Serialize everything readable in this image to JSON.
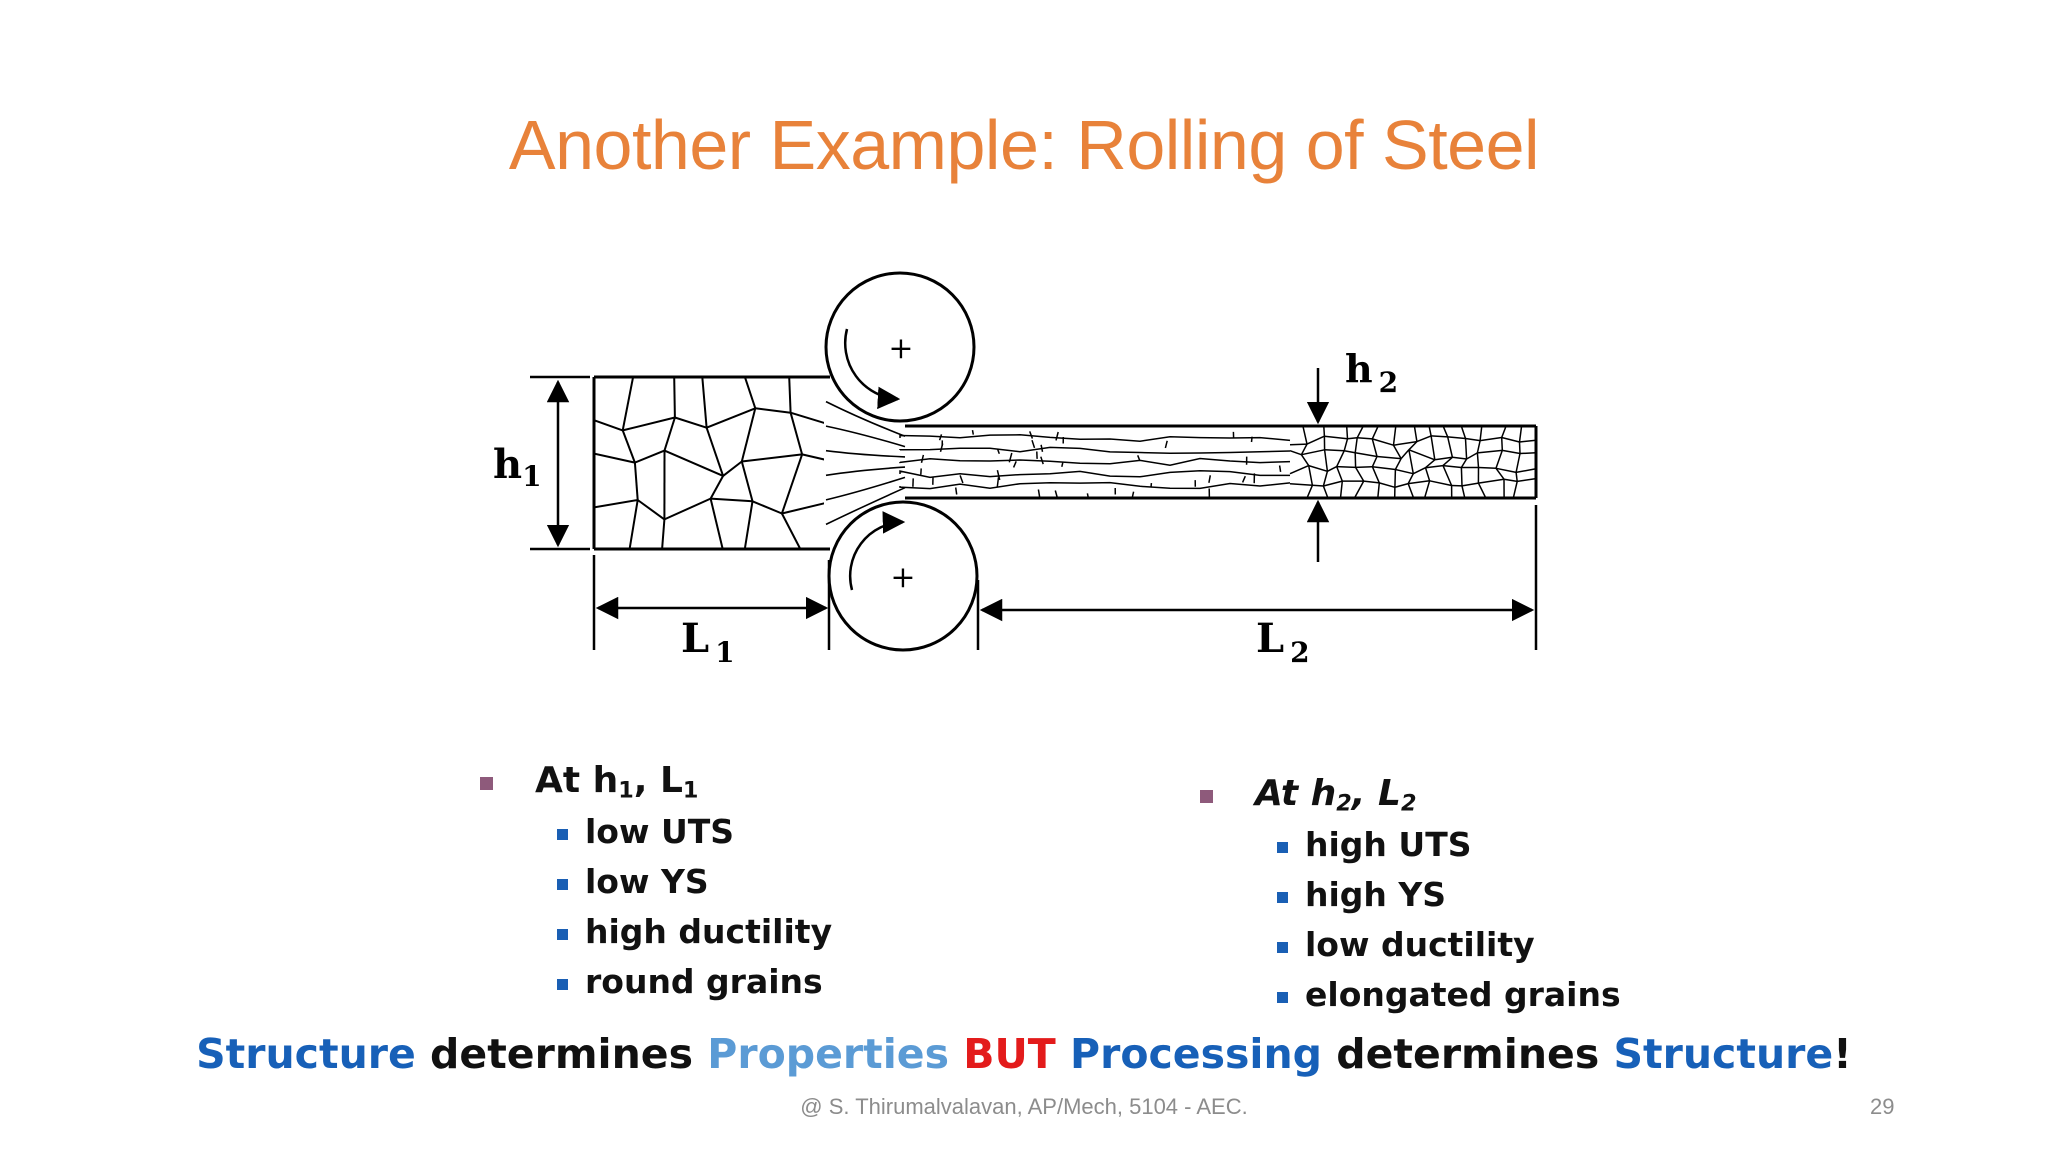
{
  "slide": {
    "title": "Another Example: Rolling of Steel",
    "footer": "@ S. Thirumalvalavan, AP/Mech, 5104 - AEC.",
    "page_number": "29"
  },
  "diagram": {
    "h1_main": "h",
    "h1_sub": "1",
    "h2_main": "h",
    "h2_sub": "2",
    "L1_main": "L",
    "L1_sub": "1",
    "L2_main": "L",
    "L2_sub": "2",
    "roller_mark": "+"
  },
  "left": {
    "heading_prefix": "At h",
    "heading_sub1": "1",
    "heading_mid": ", L",
    "heading_sub2": "1",
    "items": [
      "low UTS",
      "low YS",
      "high ductility",
      "round grains"
    ]
  },
  "right": {
    "heading_prefix": "At h",
    "heading_sub1": "2",
    "heading_mid": ", L",
    "heading_sub2": "2",
    "items": [
      "high UTS",
      "high YS",
      "low ductility",
      "elongated grains"
    ]
  },
  "tagline": {
    "w1": "Structure",
    "w2": " determines ",
    "w3": "Properties",
    "w4": " BUT ",
    "w5": "Processing",
    "w6": " determines ",
    "w7": "Structure",
    "w8": "!",
    "colors": {
      "dark_blue": "#1760b8",
      "light_blue": "#5b9bd5",
      "red": "#e31b1b",
      "black": "#111111"
    }
  },
  "colors": {
    "title": "#e8823a",
    "l1_marker": "#8e5a7b",
    "l2_marker": "#1a5fb4"
  }
}
